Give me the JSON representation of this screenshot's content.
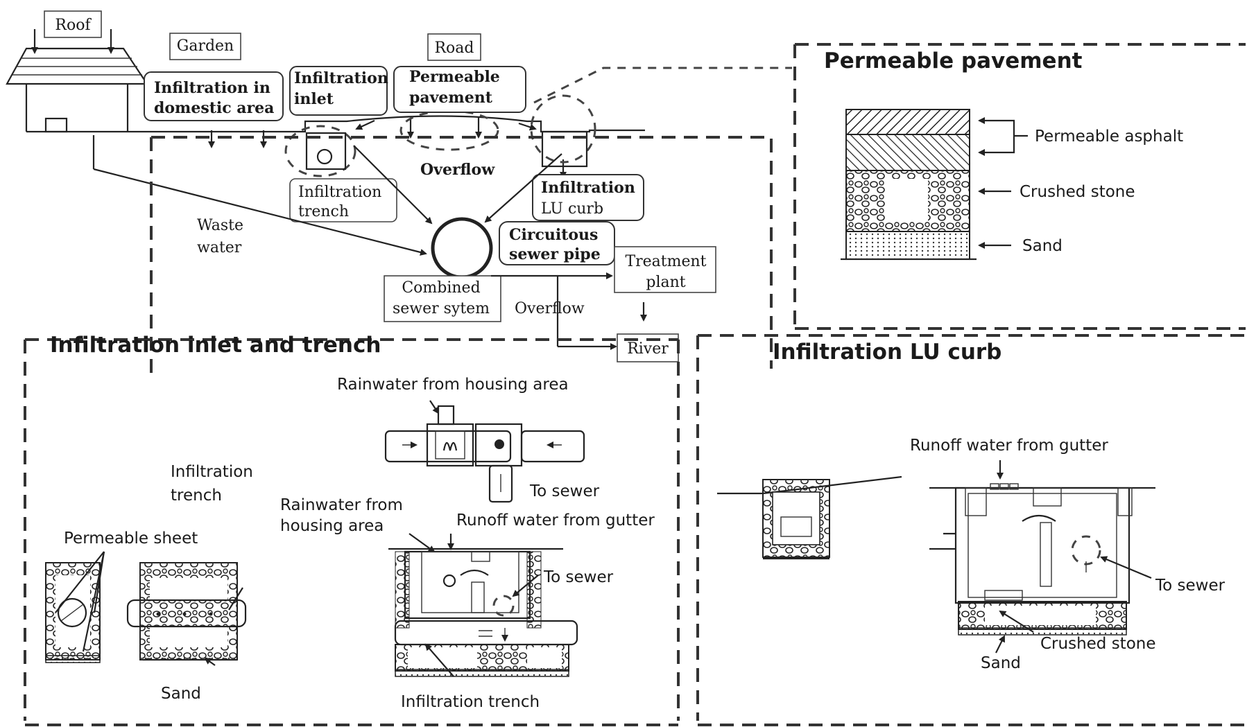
{
  "labels": {
    "roof": "Roof",
    "garden": "Garden",
    "road": "Road",
    "infiltration_domestic_1": "Infiltration   in",
    "infiltration_domestic_2": "domestic area",
    "infiltration_inlet_1": "Infiltration",
    "infiltration_inlet_2": "inlet",
    "permeable_pavement_1": "Permeable",
    "permeable_pavement_2": "pavement",
    "overflow_top": "Overflow",
    "infiltration_trench_1": "Infiltration",
    "infiltration_trench_2": "trench",
    "infiltration_lu_curb_1": "Infiltration",
    "infiltration_lu_curb_2": "LU curb",
    "waste_water_1": "Waste",
    "waste_water_2": "water",
    "circuitous_1": "Circuitous",
    "circuitous_2": "sewer pipe",
    "treatment_1": "Treatment",
    "treatment_2": "plant",
    "combined_1": "Combined",
    "combined_2": "sewer sytem",
    "overflow_mid": "Overflow",
    "river": "River"
  },
  "panels": {
    "permeable": {
      "title": "Permeable pavement",
      "asphalt": "Permeable asphalt",
      "crushed": "Crushed stone",
      "sand": "Sand"
    },
    "inlet_trench": {
      "title": "Infiltration inlet and trench",
      "rain_housing_top": "Rainwater from housing area",
      "to_sewer_1": "To sewer",
      "infil_trench_1": "Infiltration",
      "infil_trench_2": "trench",
      "rain_housing_1": "Rainwater from",
      "rain_housing_2": "housing area",
      "runoff": "Runoff water from gutter",
      "permeable_sheet": "Permeable sheet",
      "to_sewer_2": "To sewer",
      "sand": "Sand",
      "infil_trench_bottom": "Infiltration trench"
    },
    "lu_curb": {
      "title": "Infiltration LU curb",
      "runoff": "Runoff water from gutter",
      "to_sewer": "To sewer",
      "crushed": "Crushed stone",
      "sand": "Sand"
    }
  }
}
